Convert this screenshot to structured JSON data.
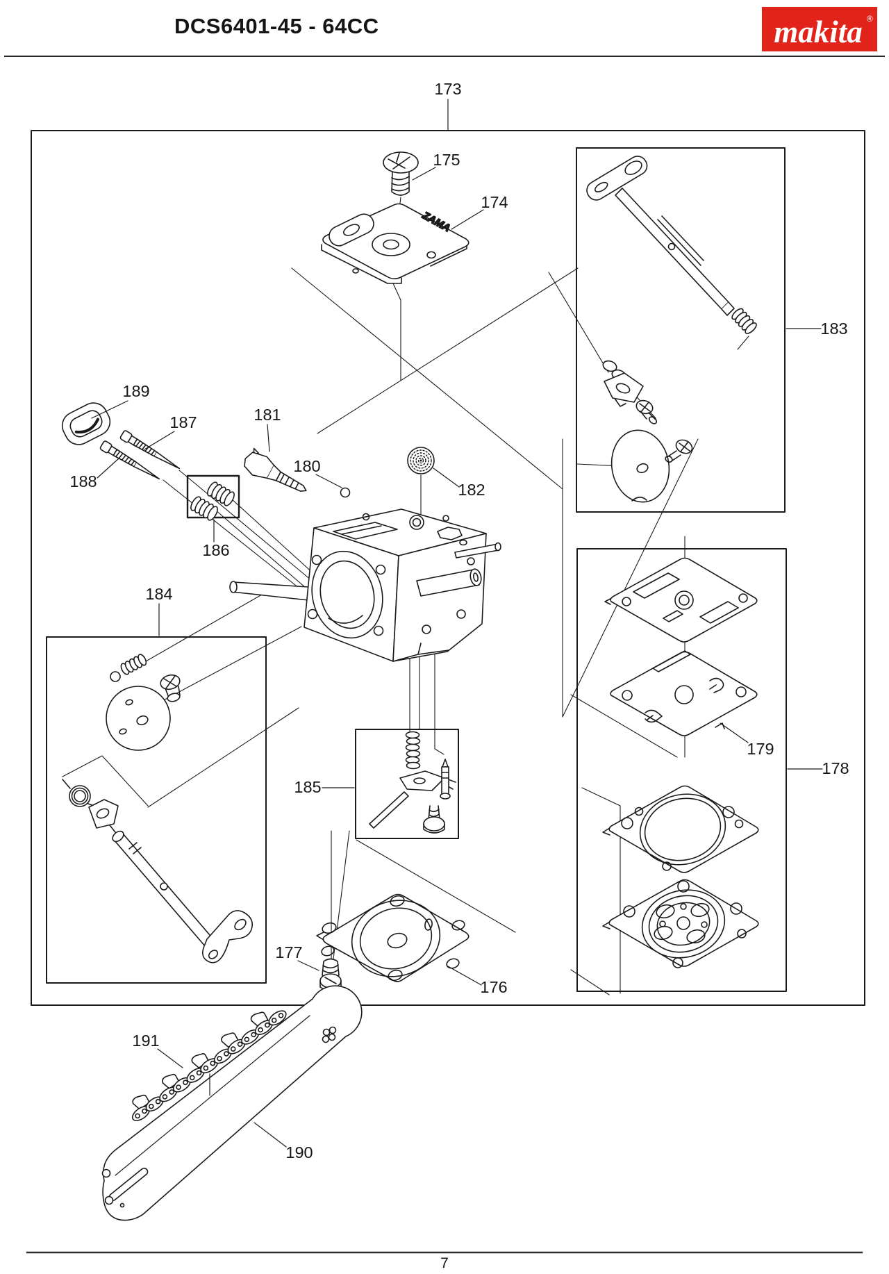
{
  "header": {
    "title": "DCS6401-45 - 64CC",
    "logo_text": "makita",
    "logo_reg": "®"
  },
  "footer": {
    "page_number": "7"
  },
  "diagram": {
    "plate_text": "ZAMA"
  },
  "colors": {
    "brand_red": "#e2231a",
    "line": "#1a1a1a"
  },
  "callouts": {
    "c173": "173",
    "c174": "174",
    "c175": "175",
    "c176": "176",
    "c177": "177",
    "c178": "178",
    "c179": "179",
    "c180": "180",
    "c181": "181",
    "c182": "182",
    "c183": "183",
    "c184": "184",
    "c185": "185",
    "c186": "186",
    "c187": "187",
    "c188": "188",
    "c189": "189",
    "c190": "190",
    "c191": "191"
  }
}
